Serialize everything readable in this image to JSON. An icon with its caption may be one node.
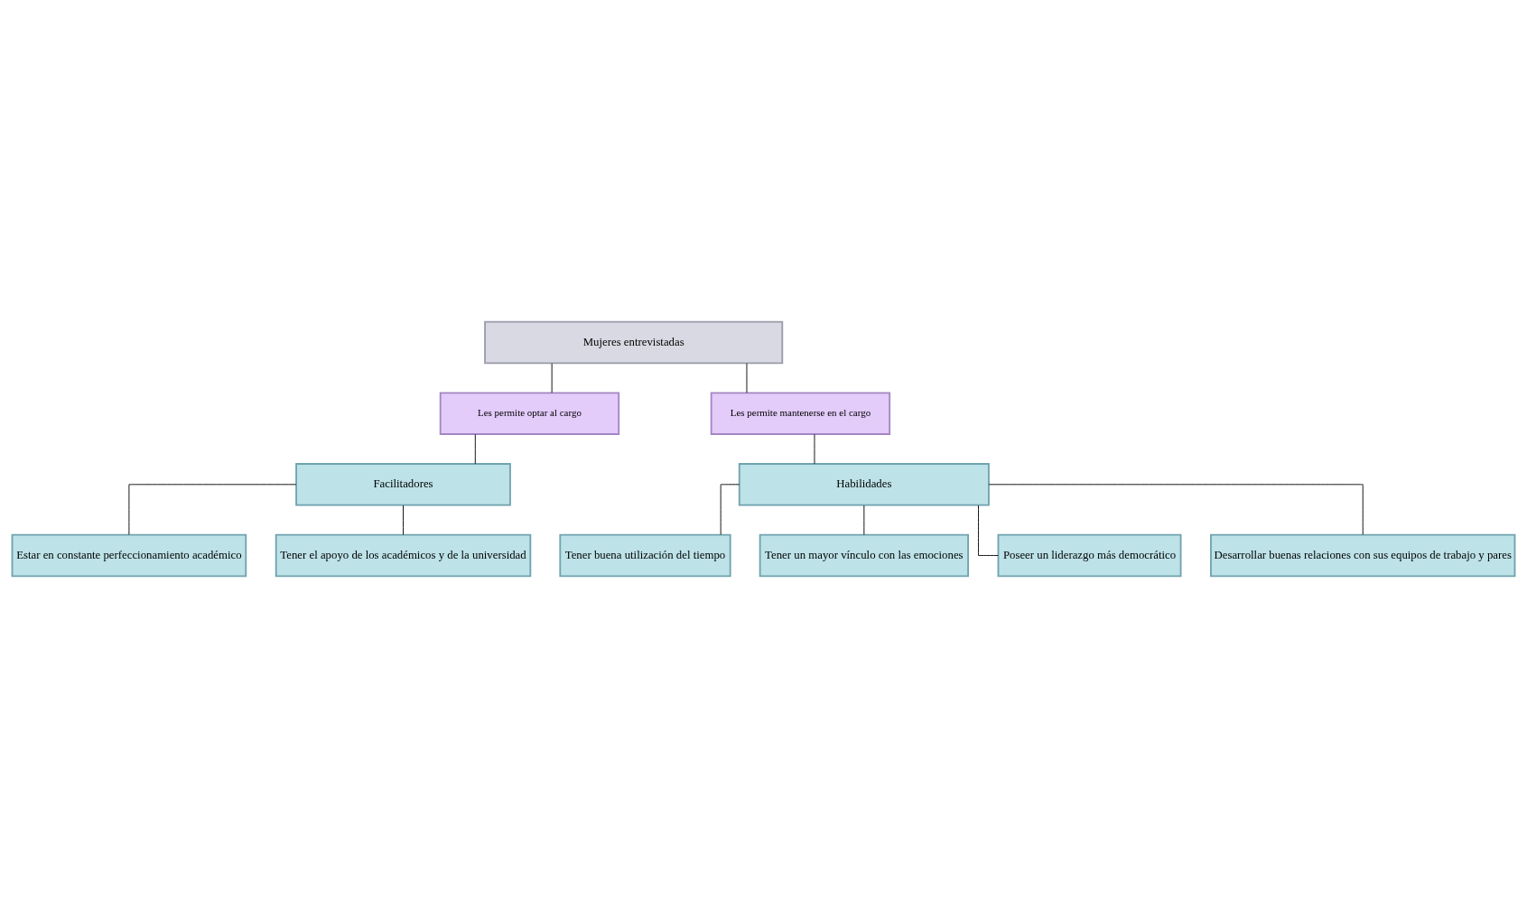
{
  "diagram": {
    "nodes": [
      {
        "text": [
          "Mujeres entrevistadas"
        ]
      },
      {
        "text": [
          "Les permite optar al cargo"
        ]
      },
      {
        "text": [
          "Les permite mantenerse en el cargo"
        ]
      },
      {
        "text": [
          "Facilitadores"
        ]
      },
      {
        "text": [
          "Habilidades"
        ]
      },
      {
        "text": [
          "Estar en constante perfeccionamiento académico"
        ]
      },
      {
        "text": [
          "Tener el apoyo de los académicos y de la universidad"
        ]
      },
      {
        "text": [
          "Tener buena utilización del tiempo"
        ]
      },
      {
        "text": [
          "Tener un mayor vínculo con las emociones"
        ]
      },
      {
        "text": [
          "Poseer un liderazgo más democrático"
        ]
      },
      {
        "text": [
          "Desarrollar buenas relaciones con sus equipos de trabajo y pares"
        ]
      }
    ],
    "edges": [
      {
        "from": 0,
        "to": 1,
        "arrow": "none"
      },
      {
        "from": 0,
        "to": 2,
        "arrow": "none"
      },
      {
        "from": 1,
        "to": 3,
        "arrow": "none"
      },
      {
        "from": 2,
        "to": 4,
        "arrow": "none"
      },
      {
        "from": 3,
        "to": 5,
        "arrow": "none"
      },
      {
        "from": 3,
        "to": 6,
        "arrow": "none"
      },
      {
        "from": 4,
        "to": 7,
        "arrow": "none"
      },
      {
        "from": 4,
        "to": 8,
        "arrow": "none"
      },
      {
        "from": 4,
        "to": 9,
        "arrow": "none"
      },
      {
        "from": 4,
        "to": 10,
        "arrow": "none"
      }
    ]
  }
}
